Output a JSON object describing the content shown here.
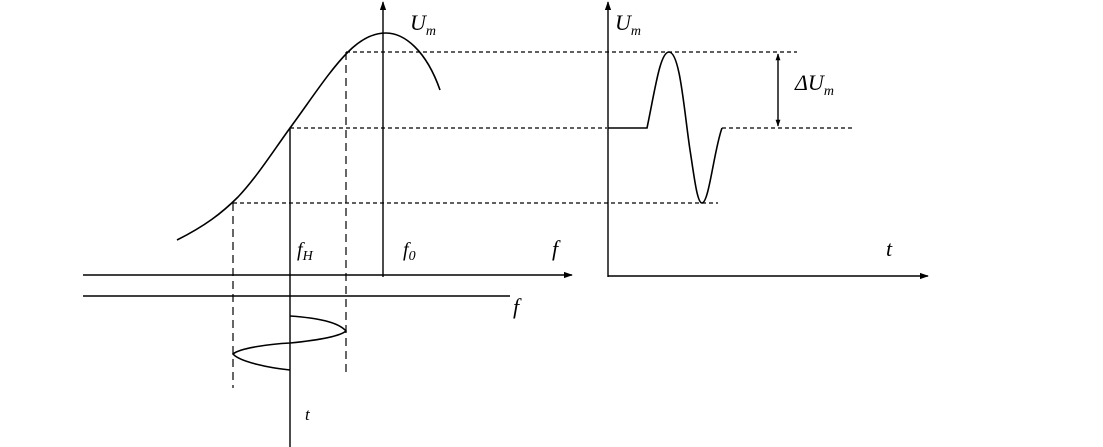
{
  "left_plot": {
    "ylabel": "U",
    "ylabel_sub": "m",
    "xlabel": "f",
    "second_axis_label": "f",
    "time_label": "t",
    "f_h_label": "f",
    "f_h_sub": "H",
    "f0_label": "f",
    "f0_sub": "0"
  },
  "right_plot": {
    "ylabel": "U",
    "ylabel_sub": "m",
    "xlabel": "t",
    "delta_label": "ΔU",
    "delta_sub": "m"
  }
}
